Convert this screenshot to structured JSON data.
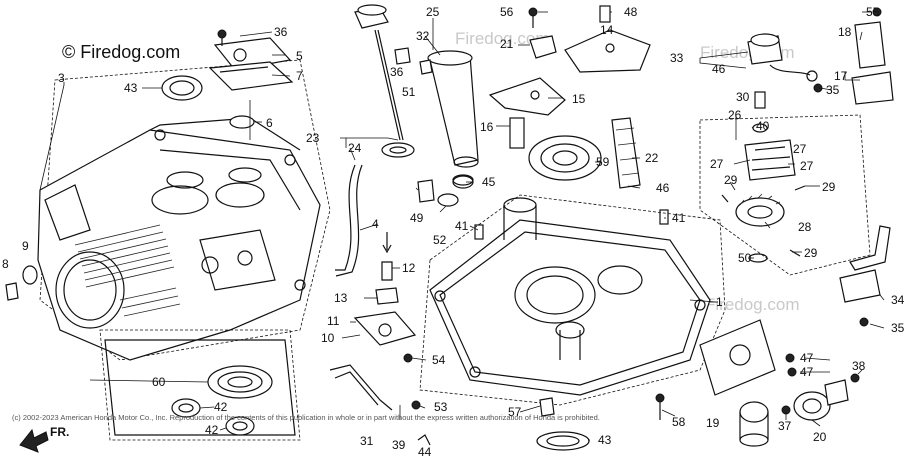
{
  "watermark": {
    "brand": "© Firedog.com",
    "ghost_brand": "Firedog.com"
  },
  "copyright": "(c) 2002-2023 American Honda Motor Co., Inc. Reproduction of the contents of this publication in whole or in part without the express written authorization of Honda is prohibited.",
  "front_marker": "FR.",
  "callouts": {
    "c1": "1",
    "c3": "3",
    "c4": "4",
    "c5": "5",
    "c6": "6",
    "c7": "7",
    "c8": "8",
    "c9": "9",
    "c10": "10",
    "c11": "11",
    "c12": "12",
    "c13": "13",
    "c14": "14",
    "c15": "15",
    "c16": "16",
    "c17": "17",
    "c18": "18",
    "c19": "19",
    "c20": "20",
    "c21": "21",
    "c22": "22",
    "c23": "23",
    "c24": "24",
    "c25": "25",
    "c26": "26",
    "c27a": "27",
    "c27b": "27",
    "c27c": "27",
    "c28": "28",
    "c29a": "29",
    "c29b": "29",
    "c29c": "29",
    "c30": "30",
    "c31": "31",
    "c32": "32",
    "c33": "33",
    "c34": "34",
    "c35a": "35",
    "c35b": "35",
    "c36a": "36",
    "c36b": "36",
    "c37": "37",
    "c38": "38",
    "c39": "39",
    "c40": "40",
    "c41a": "41",
    "c41b": "41",
    "c42a": "42",
    "c42b": "42",
    "c43a": "43",
    "c43b": "43",
    "c44": "44",
    "c45": "45",
    "c46a": "46",
    "c46b": "46",
    "c47a": "47",
    "c47b": "47",
    "c48": "48",
    "c49": "49",
    "c50": "50",
    "c51": "51",
    "c52": "52",
    "c53": "53",
    "c54": "54",
    "c55": "55",
    "c56": "56",
    "c57": "57",
    "c58": "58",
    "c59": "59",
    "c60": "60"
  }
}
